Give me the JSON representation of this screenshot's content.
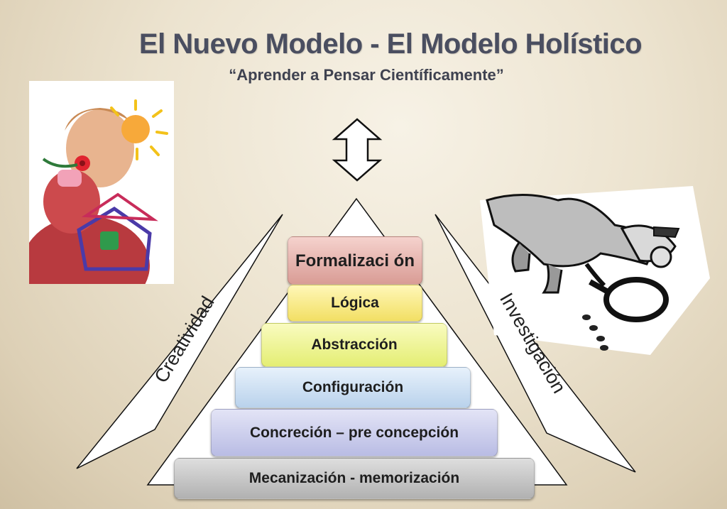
{
  "header": {
    "title": "El Nuevo Modelo - El Modelo Holístico",
    "subtitle": "“Aprender a Pensar Científicamente”"
  },
  "side_labels": {
    "left": "Creatividad",
    "right": "Investigación"
  },
  "pyramid": {
    "steps": [
      "Formalizaci ón",
      "Lógica",
      "Abstracción",
      "Configuración",
      "Concreción – pre concepción",
      "Mecanización - memorización"
    ]
  },
  "images": {
    "left_photo": "child-painting-photo",
    "right_illustration": "detective-magnifying-glass-cartoon"
  },
  "colors": {
    "formalizacion": "#e3aca5",
    "logica": "#f6e880",
    "abstraccion": "#ecf38e",
    "configuracion": "#c9ddf1",
    "concrecion": "#c8cbea",
    "mecanizacion": "#c6c6c6",
    "title": "#4a4e60"
  }
}
